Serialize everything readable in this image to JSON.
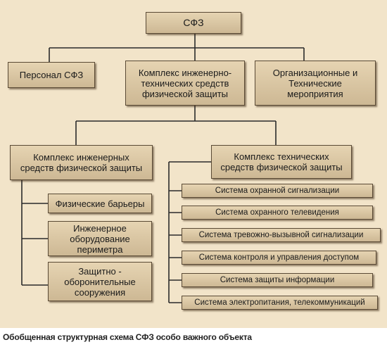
{
  "diagram": {
    "root": "СФЗ",
    "level1": {
      "personnel": "Персонал СФЗ",
      "complex": "Комплекс инженерно-\nтехнических средств\nфизической защиты",
      "organizational": "Организационные и\nТехнические\nмероприятия"
    },
    "engineering": {
      "title": "Комплекс инженерных\nсредств физической защиты",
      "items": [
        "Физические барьеры",
        "Инженерное\nоборудование\nпериметра",
        "Защитно -\nоборонительные\nсооружения"
      ]
    },
    "technical": {
      "title": "Комплекс технических\nсредств физической защиты",
      "items": [
        "Система охранной сигнализации",
        "Система охранного телевидения",
        "Система тревожно-вызывной сигнализации",
        "Система контроля и управления доступом",
        "Система защиты информации",
        "Система электропитания, телекоммуникаций"
      ]
    }
  },
  "caption": "Обобщенная структурная схема СФЗ особо важного объекта",
  "colors": {
    "background": "#f2e4c9",
    "box_fill": "#d9c5a2",
    "border": "#5a4a35",
    "connector": "#2a2a2a"
  }
}
